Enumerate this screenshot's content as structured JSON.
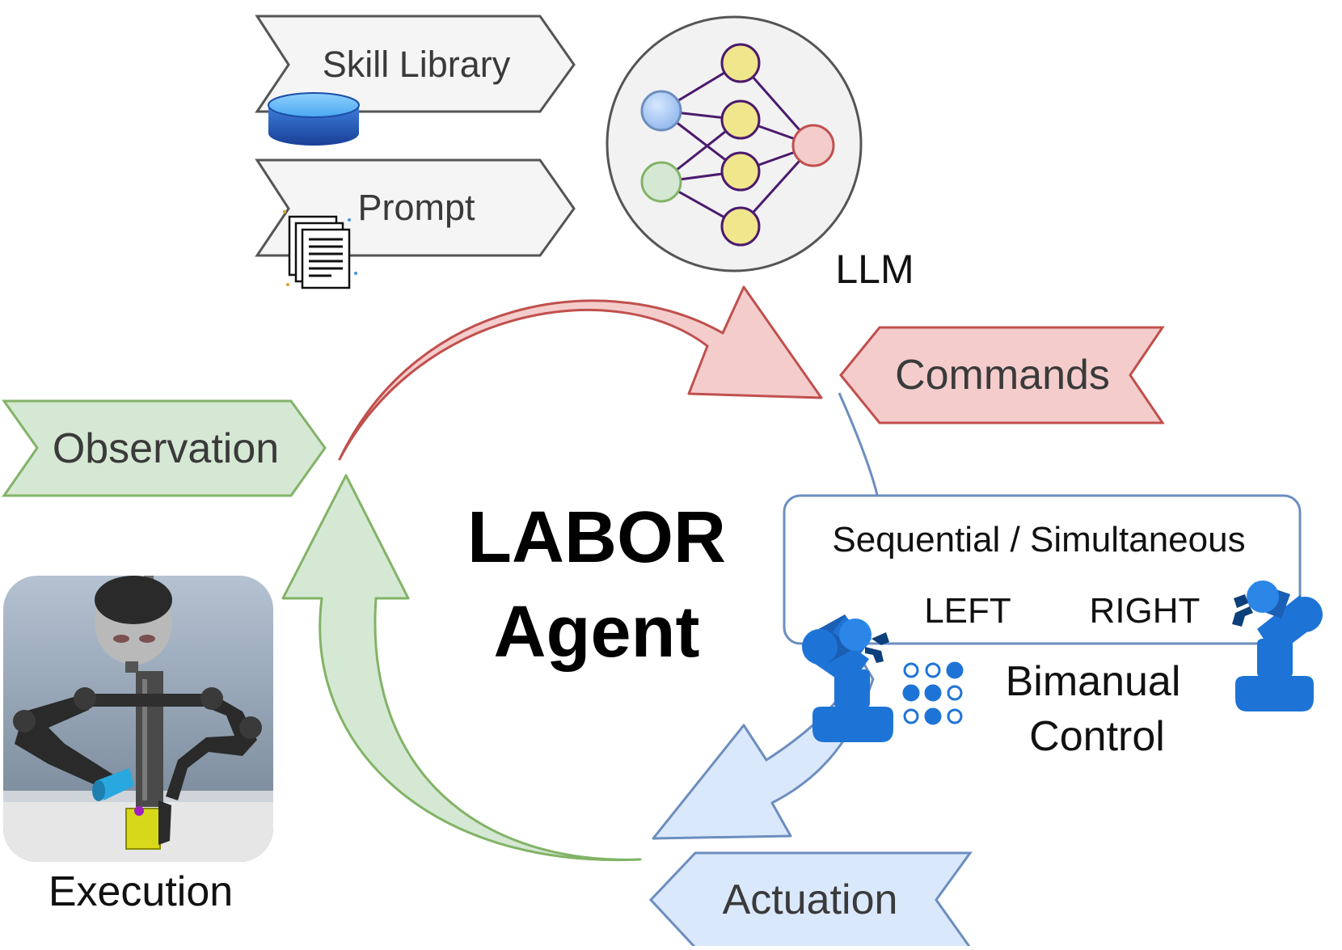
{
  "center": {
    "line1": "LABOR",
    "line2": "Agent"
  },
  "inputs": {
    "skill_library": "Skill Library",
    "prompt": "Prompt"
  },
  "llm": {
    "label": "LLM"
  },
  "commands": {
    "label": "Commands"
  },
  "observation": {
    "label": "Observation"
  },
  "actuation": {
    "label": "Actuation"
  },
  "execution": {
    "label": "Execution"
  },
  "control_box": {
    "mode": "Sequential / Simultaneous",
    "left": "LEFT",
    "right": "RIGHT"
  },
  "bimanual": {
    "line1": "Bimanual",
    "line2": "Control"
  },
  "colors": {
    "red_stroke": "#c0504d",
    "red_fill": "#f4cccc",
    "green_stroke": "#82b366",
    "green_fill": "#d5e8d4",
    "blue_stroke": "#6c8ebf",
    "blue_fill": "#dae8fc",
    "gray_stroke": "#555555",
    "gray_fill": "#f5f5f5",
    "robot_blue": "#1e74d6"
  }
}
